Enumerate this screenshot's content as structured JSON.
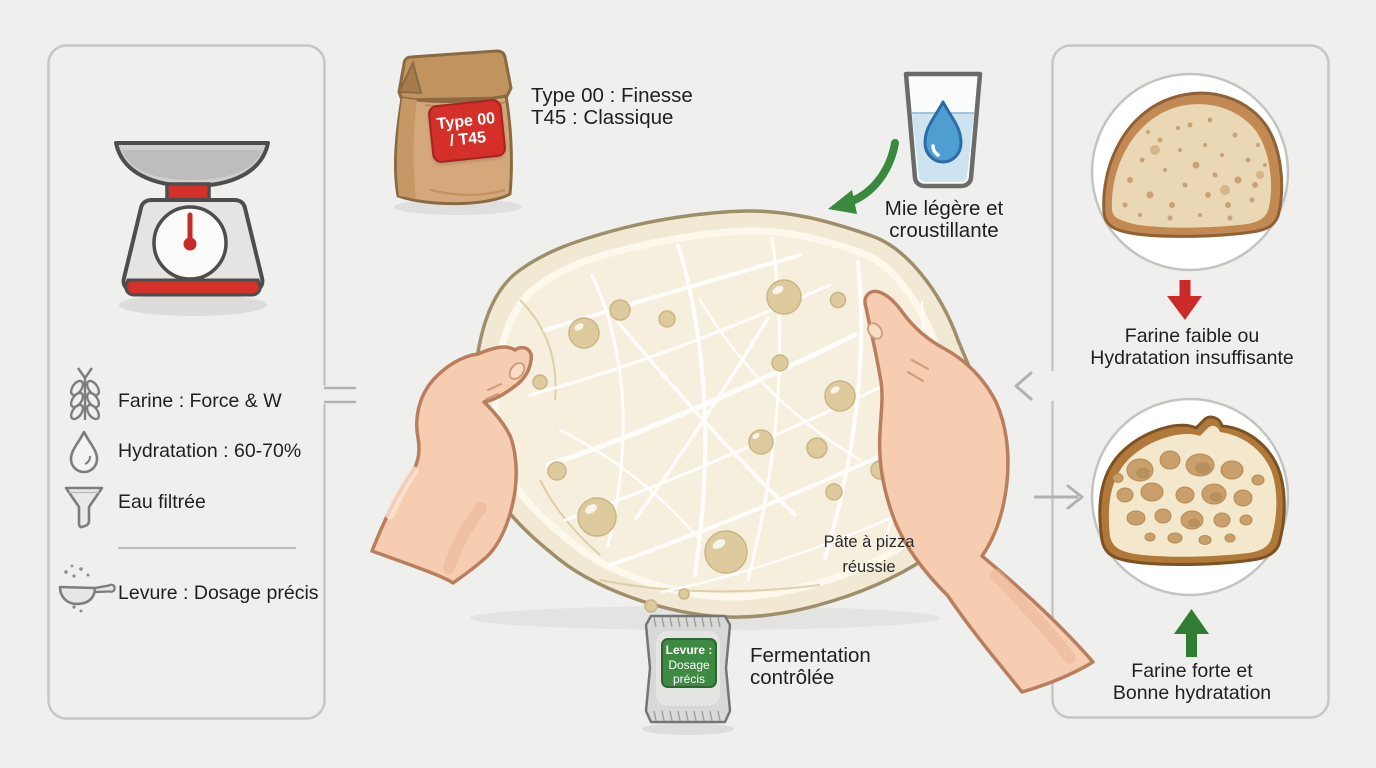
{
  "infographic": {
    "left_panel": {
      "illustration": "kitchen-scale",
      "items": [
        {
          "icon": "wheat-icon",
          "label": "Farine : Force & W"
        },
        {
          "icon": "water-drop-icon",
          "label": "Hydratation : 60-70%"
        },
        {
          "icon": "funnel-icon",
          "label": "Eau filtrée"
        },
        {
          "icon": "yeast-spoon-icon",
          "label": "Levure : Dosage précis"
        }
      ]
    },
    "flour_bag": {
      "label_line1": "Type 00",
      "label_line2": "/ T45"
    },
    "flour_caption": {
      "line1": "Type 00 : Finesse",
      "line2": "T45 : Classique"
    },
    "water_caption": {
      "line1": "Mie légère et",
      "line2": "croustillante"
    },
    "dough_caption": {
      "line1": "Pâte à pizza",
      "line2": "réussie"
    },
    "yeast_packet": {
      "line1": "Levure :",
      "line2": "Dosage",
      "line3": "précis"
    },
    "yeast_caption": {
      "line1": "Fermentation",
      "line2": "contrôlée"
    },
    "right_panel": {
      "weak": {
        "line1": "Farine faible ou",
        "line2": "Hydratation insuffisante"
      },
      "strong": {
        "line1": "Farine forte et",
        "line2": "Bonne hydratation"
      }
    },
    "colors": {
      "background": "#eff0ee",
      "accent_red": "#cc2a28",
      "accent_green": "#2f7d33",
      "water_blue": "#4f9ed2",
      "kraft_tan": "#d2a679",
      "dough_cream": "#f2e9d5",
      "skin": "#f6cdb0",
      "panel_border": "#c6c6c4"
    }
  }
}
